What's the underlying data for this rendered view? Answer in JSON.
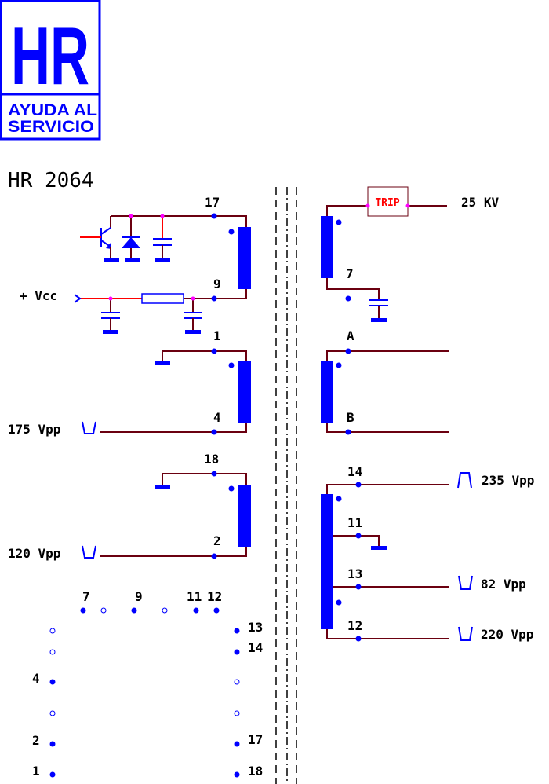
{
  "logo": {
    "letters": "HR",
    "line1": "AYUDA AL",
    "line2": "SERVICIO",
    "color": "#0000ff"
  },
  "title": "HR 2064",
  "left": {
    "vcc": "+ Vcc",
    "pins": {
      "p17": "17",
      "p9": "9",
      "p1": "1",
      "p4": "4",
      "p18": "18",
      "p2": "2"
    },
    "out1": "175 Vpp",
    "out2": "120 Vpp"
  },
  "right": {
    "trip": "TRIP",
    "hv": "25 KV",
    "pins": {
      "p7": "7",
      "pA": "A",
      "pB": "B",
      "p14": "14",
      "p11": "11",
      "p13": "13",
      "p12": "12"
    },
    "out14": "235 Vpp",
    "out13": "82 Vpp",
    "out12": "220 Vpp"
  },
  "pinout": {
    "top": [
      "7",
      "9",
      "11",
      "12"
    ],
    "left": [
      "4",
      "2",
      "1"
    ],
    "right": [
      "13",
      "14",
      "17",
      "18"
    ]
  },
  "colors": {
    "wire": "#6b0010",
    "component": "#0000ff",
    "junction": "#ff00ff"
  }
}
